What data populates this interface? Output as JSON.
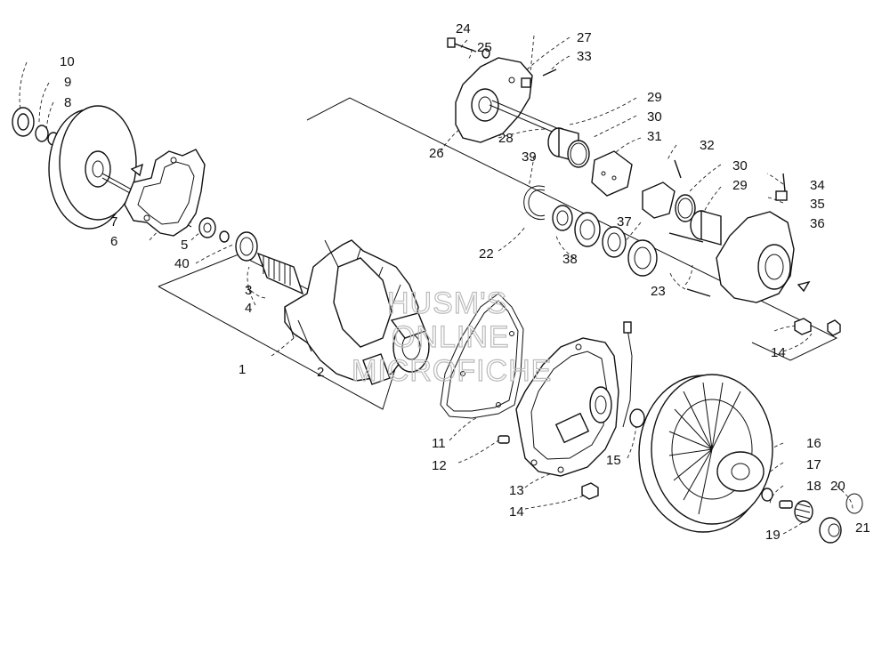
{
  "watermark": {
    "line1": "HUSM'S",
    "line2": "ONLINE",
    "line3": "MICROFICHE"
  },
  "labels": {
    "1": "1",
    "2": "2",
    "3": "3",
    "4": "4",
    "5": "5",
    "6": "6",
    "7": "7",
    "8": "8",
    "9": "9",
    "10": "10",
    "11": "11",
    "12": "12",
    "13": "13",
    "14a": "14",
    "14b": "14",
    "15": "15",
    "16": "16",
    "17": "17",
    "18": "18",
    "19": "19",
    "20": "20",
    "21": "21",
    "22": "22",
    "23": "23",
    "24": "24",
    "25": "25",
    "26": "26",
    "27": "27",
    "28": "28",
    "29a": "29",
    "29b": "29",
    "30a": "30",
    "30b": "30",
    "31": "31",
    "32": "32",
    "33": "33",
    "34": "34",
    "35": "35",
    "36": "36",
    "37": "37",
    "38": "38",
    "39": "39",
    "40": "40"
  }
}
